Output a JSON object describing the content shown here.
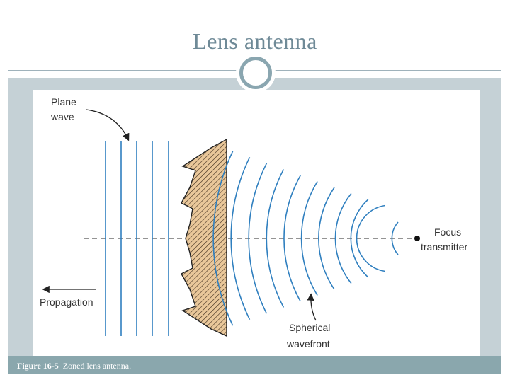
{
  "slide": {
    "title": "Lens antenna"
  },
  "figure": {
    "caption_label": "Figure 16-5",
    "caption_text": "Zoned lens antenna.",
    "labels": {
      "plane_line1": "Plane",
      "plane_line2": "wave",
      "propagation": "Propagation",
      "focus_line1": "Focus",
      "focus_line2": "transmitter",
      "spherical_line1": "Spherical",
      "spherical_line2": "wavefront"
    },
    "colors": {
      "wave": "#2f7fbf",
      "lens_fill": "#e9c79a",
      "axis": "#555555"
    }
  }
}
